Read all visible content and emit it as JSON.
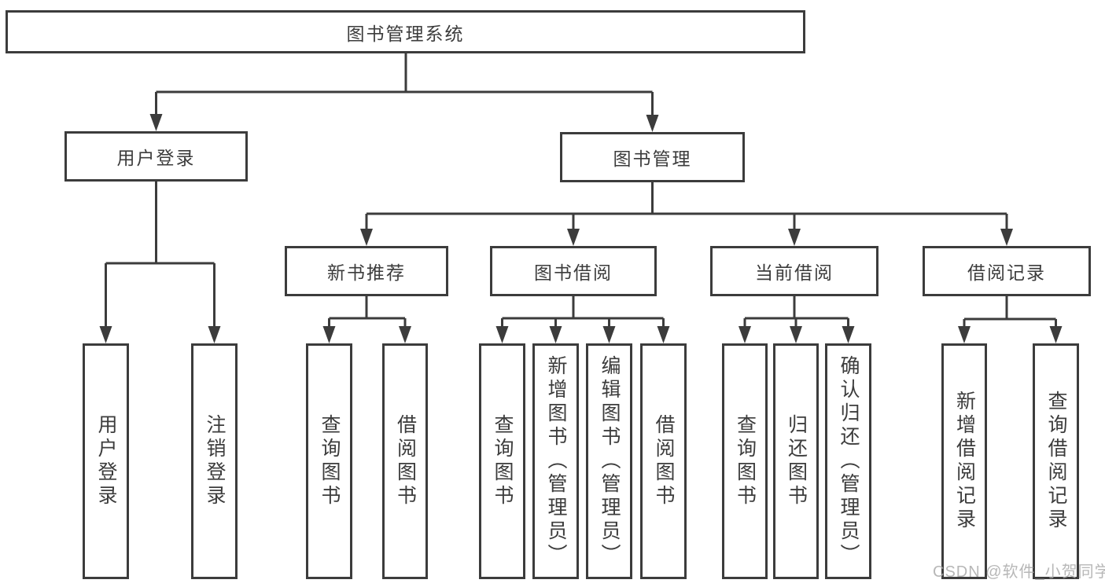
{
  "colors": {
    "line": "#3c3c3c",
    "text": "#3c3c3c",
    "box_background": "#ffffff",
    "page_background": "#ffffff",
    "watermark": "#aaaaaa"
  },
  "tree": {
    "root": "图书管理系统",
    "login": {
      "label": "用户登录",
      "children": [
        "用户登录",
        "注销登录"
      ]
    },
    "manage": {
      "label": "图书管理"
    },
    "sections": [
      {
        "label": "新书推荐",
        "children": [
          "查询图书",
          "借阅图书"
        ]
      },
      {
        "label": "图书借阅",
        "children": [
          "查询图书",
          "新增图书（管理员）",
          "编辑图书（管理员）",
          "借阅图书"
        ]
      },
      {
        "label": "当前借阅",
        "children": [
          "查询图书",
          "归还图书",
          "确认归还（管理员）"
        ]
      },
      {
        "label": "借阅记录",
        "children": [
          "新增借阅记录",
          "查询借阅记录"
        ]
      }
    ]
  },
  "watermark": "CSDN @软件_小贺同学"
}
